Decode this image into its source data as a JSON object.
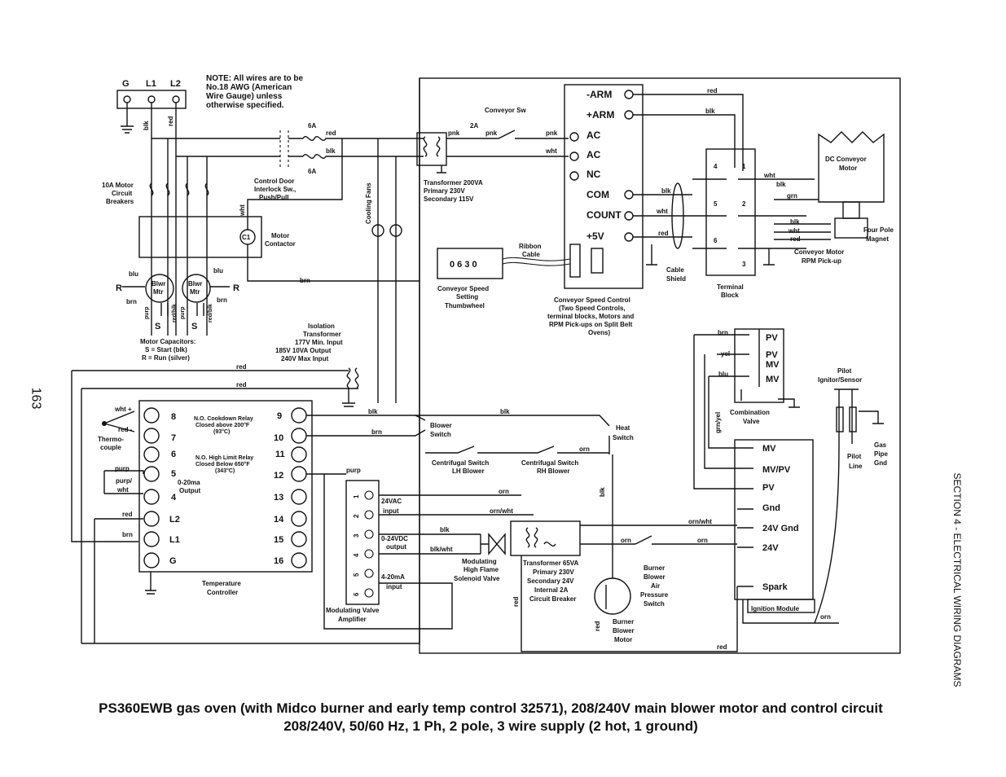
{
  "page": {
    "number": "163",
    "section": "SECTION 4 - ELECTRICAL WIRING DIAGRAMS",
    "caption_line1": "PS360EWB gas oven (with Midco burner and early temp control 32571), 208/240V main blower motor and control circuit",
    "caption_line2": "208/240V, 50/60 Hz, 1 Ph, 2 pole, 3 wire supply (2 hot, 1 ground)"
  },
  "supply": {
    "terminals": [
      "G",
      "L1",
      "L2"
    ],
    "wire1": "blk",
    "wire2": "red"
  },
  "note": [
    "NOTE: All wires are to be",
    "No.18 AWG (American",
    "Wire Gauge) unless",
    "otherwise specified."
  ],
  "fuses": {
    "rating_top": "6A",
    "rating_bottom": "6A",
    "wire_top": "red",
    "wire_bottom": "blk"
  },
  "breakers": [
    "10A Motor",
    "Circuit",
    "Breakers"
  ],
  "interlock": [
    "Control Door",
    "Interlock Sw.,",
    "Push/Pull"
  ],
  "contactor": {
    "coil": "C1",
    "label": [
      "Motor",
      "Contactor"
    ],
    "wire": "wht"
  },
  "blowers": {
    "motor": [
      "Blwr",
      "Mtr"
    ],
    "blu": "blu",
    "brn": "brn",
    "R": "R",
    "S": "S",
    "purp": "purp",
    "redblk": "red/blk"
  },
  "capacitors": [
    "Motor Capacitors:",
    "S = Start (blk)",
    "R = Run (silver)"
  ],
  "cooling_fans": "Cooling Fans",
  "conveyor_sw": {
    "label": "Conveyor Sw",
    "rating": "2A",
    "pnk": "pnk"
  },
  "transformer200": [
    "Transformer 200VA",
    "Primary 230V",
    "Secondary 115V"
  ],
  "speed_control": {
    "terminals": [
      "-ARM",
      "+ARM",
      "AC",
      "AC",
      "NC",
      "COM",
      "COUNT",
      "+5V"
    ],
    "label": [
      "Conveyor Speed Control",
      "(Two Speed Controls,",
      "terminal blocks, Motors and",
      "RPM Pick-ups on Split Belt",
      "Ovens)"
    ],
    "wires": {
      "red": "red",
      "blk": "blk",
      "pnk": "pnk",
      "wht": "wht"
    }
  },
  "thumbwheel": {
    "digits": "0  6  3  0",
    "label": [
      "Conveyor Speed",
      "Setting",
      "Thumbwheel"
    ],
    "ribbon": [
      "Ribbon",
      "Cable"
    ]
  },
  "cable_shield": [
    "Cable",
    "Shield"
  ],
  "terminal_block": {
    "label": [
      "Terminal",
      "Block"
    ],
    "nums": [
      "4",
      "1",
      "5",
      "2",
      "6",
      "3"
    ]
  },
  "dc_motor": [
    "DC Conveyor",
    "Motor"
  ],
  "four_pole": [
    "Four Pole",
    "Magnet"
  ],
  "pickup": [
    "Conveyor Motor",
    "RPM Pick-up"
  ],
  "pickup_wires": {
    "grn": "grn",
    "blk": "blk",
    "wht": "wht",
    "red": "red"
  },
  "isolation": [
    "Isolation",
    "Transformer",
    "177V Min. Input",
    "185V  10VA Output",
    "240V Max Input"
  ],
  "temp_controller": {
    "label": [
      "Temperature",
      "Controller"
    ],
    "left_terms": [
      "8",
      "7",
      "6",
      "5",
      "4",
      "L2",
      "L1",
      "G"
    ],
    "right_terms": [
      "9",
      "10",
      "11",
      "12",
      "13",
      "14",
      "15",
      "16"
    ],
    "relay1": [
      "N.O. Cookdown Relay",
      "Closed above 200°F",
      "(93°C)"
    ],
    "relay2": [
      "N.O. High Limit Relay",
      "Closed Below 650°F",
      "(343°C)"
    ],
    "output": [
      "0-20ma",
      "Output"
    ]
  },
  "thermocouple": {
    "label": [
      "Thermo-",
      "couple"
    ],
    "wht": "wht +",
    "red": "red -"
  },
  "side_wires": {
    "purp": "purp",
    "purpwht": [
      "purp/",
      "wht"
    ],
    "red": "red",
    "brn": "brn"
  },
  "blower_switch": [
    "Blower",
    "Switch"
  ],
  "heat_switch": [
    "Heat",
    "Switch"
  ],
  "centrifugal_lh": [
    "Centrifugal Switch",
    "LH Blower"
  ],
  "centrifugal_rh": [
    "Centrifugal Switch",
    "RH Blower"
  ],
  "amplifier": {
    "label": [
      "Modulating Valve",
      "Amplifier"
    ],
    "pins": [
      "1",
      "2",
      "3",
      "4",
      "5",
      "6"
    ],
    "groups": [
      "24VAC",
      "input",
      "0-24VDC",
      "output",
      "4-20mA",
      "input"
    ]
  },
  "solenoid": [
    "Modulating",
    "High Flame",
    "Solenoid Valve"
  ],
  "transformer65": [
    "Transformer 65VA",
    "Primary 230V",
    "Secondary 24V",
    "Internal 2A",
    "Circuit Breaker"
  ],
  "burner_motor": [
    "Burner",
    "Blower",
    "Motor"
  ],
  "pressure_switch": [
    "Burner",
    "Blower",
    "Air",
    "Pressure",
    "Switch"
  ],
  "combination_valve": {
    "label": [
      "Combination",
      "Valve"
    ],
    "terms": [
      "PV",
      "PV",
      "MV",
      "MV"
    ],
    "wires": [
      "brn",
      "yel",
      "blu"
    ],
    "grnyel": "grn/yel"
  },
  "ignitor": [
    "Pilot",
    "Ignitor/Sensor"
  ],
  "pilot_line": [
    "Pilot",
    "Line"
  ],
  "gas_pipe": [
    "Gas",
    "Pipe",
    "Gnd"
  ],
  "ignition_module": {
    "label": "Ignition Module",
    "terms": [
      "MV",
      "MV/PV",
      "PV",
      "Gnd",
      "24V Gnd",
      "24V",
      "Spark"
    ]
  },
  "wire_labels": {
    "red": "red",
    "blk": "blk",
    "brn": "brn",
    "orn": "orn",
    "ornwht": "orn/wht",
    "blkwht": "blk/wht",
    "purp": "purp"
  }
}
